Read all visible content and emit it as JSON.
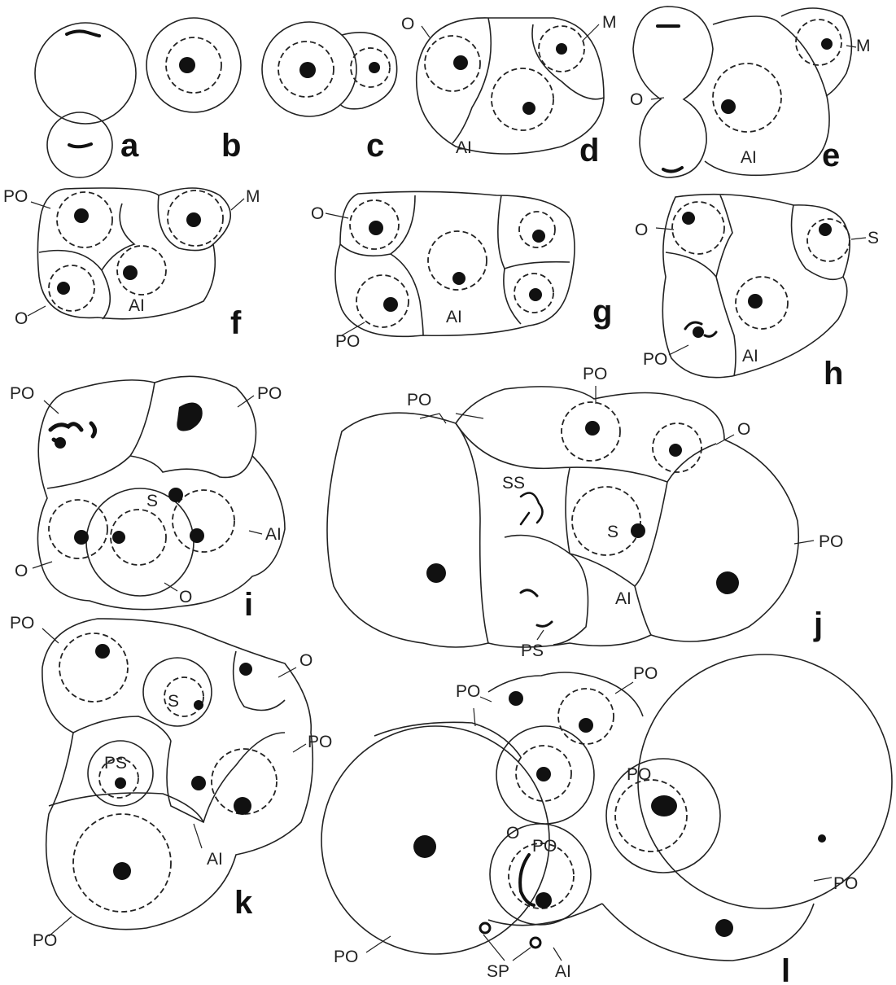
{
  "panels": [
    "a",
    "b",
    "c",
    "d",
    "e",
    "f",
    "g",
    "h",
    "i",
    "j",
    "k",
    "l"
  ],
  "labels": {
    "o": "O",
    "m": "M",
    "ai": "AI",
    "po": "PO",
    "s": "S",
    "ss": "SS",
    "ps": "PS",
    "sp": "SP"
  }
}
